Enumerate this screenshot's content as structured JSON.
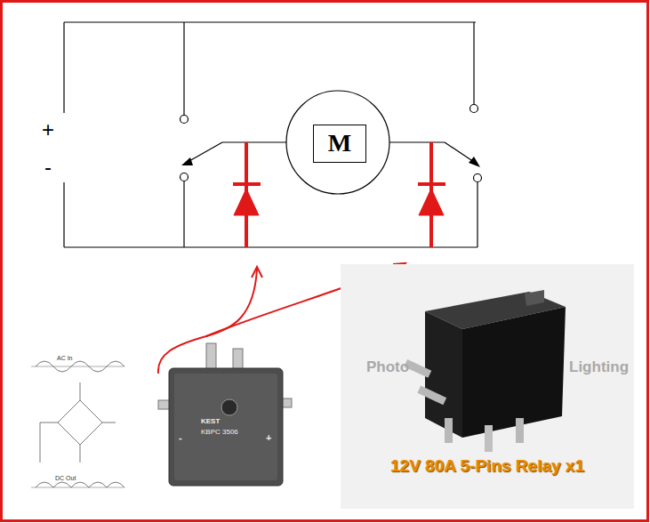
{
  "diagram": {
    "nodes": [
      {
        "text": [
          "M"
        ]
      }
    ],
    "labels": [
      "+",
      "-",
      "AC In",
      "DC Out",
      "KEST",
      "KBPC 3506",
      "-",
      "+",
      "Photo",
      "Lighting",
      "12V 80A 5-Pins Relay x1"
    ]
  }
}
